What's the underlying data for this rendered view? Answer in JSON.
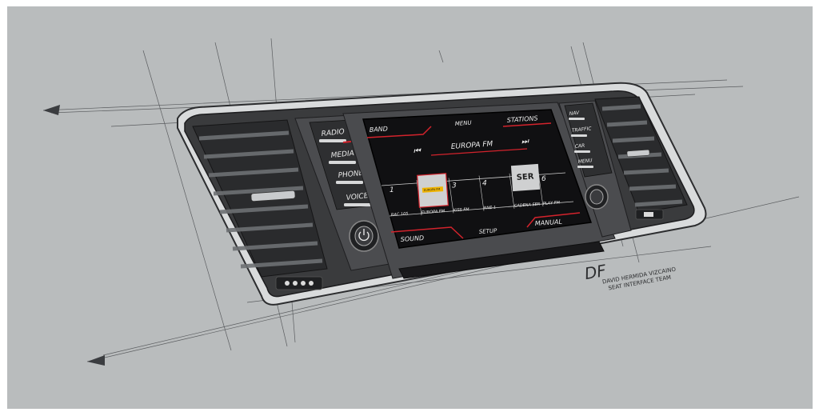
{
  "left_panel": {
    "buttons": [
      {
        "label": "RADIO"
      },
      {
        "label": "MEDIA"
      },
      {
        "label": "PHONE"
      },
      {
        "label": "VOICE"
      }
    ]
  },
  "right_panel": {
    "buttons": [
      {
        "label": "NAV"
      },
      {
        "label": "TRAFFIC"
      },
      {
        "label": "CAR"
      },
      {
        "label": "MENU"
      }
    ]
  },
  "screen": {
    "top_left_tab": "BAND",
    "top_center_tab": "MENU",
    "top_right_tab": "STATIONS",
    "now_playing": "EUROPA FM",
    "prev_symbol": "⏮",
    "next_symbol": "⏭",
    "presets": [
      {
        "number": "1",
        "name": "RAC 105"
      },
      {
        "number": "",
        "name": "EUROPA FM"
      },
      {
        "number": "3",
        "name": "KISS FM"
      },
      {
        "number": "4",
        "name": "RNE-1"
      },
      {
        "number": "",
        "name": "CADENA SER"
      },
      {
        "number": "6",
        "name": "PLAY FM"
      }
    ],
    "logo_a": "EUROPA FM",
    "logo_b": "SER",
    "bottom_left_tab": "SOUND",
    "bottom_center_tab": "SETUP",
    "bottom_right_tab": "MANUAL"
  },
  "signature": {
    "initials": "DF",
    "line1": "DAVID HERMIDA VIZCAINO",
    "line2": "SEAT INTERFACE TEAM"
  },
  "colors": {
    "background": "#b9bcbd",
    "accent_red": "#d3232c",
    "bezel": "#3a3b3d",
    "screen": "#101012"
  }
}
